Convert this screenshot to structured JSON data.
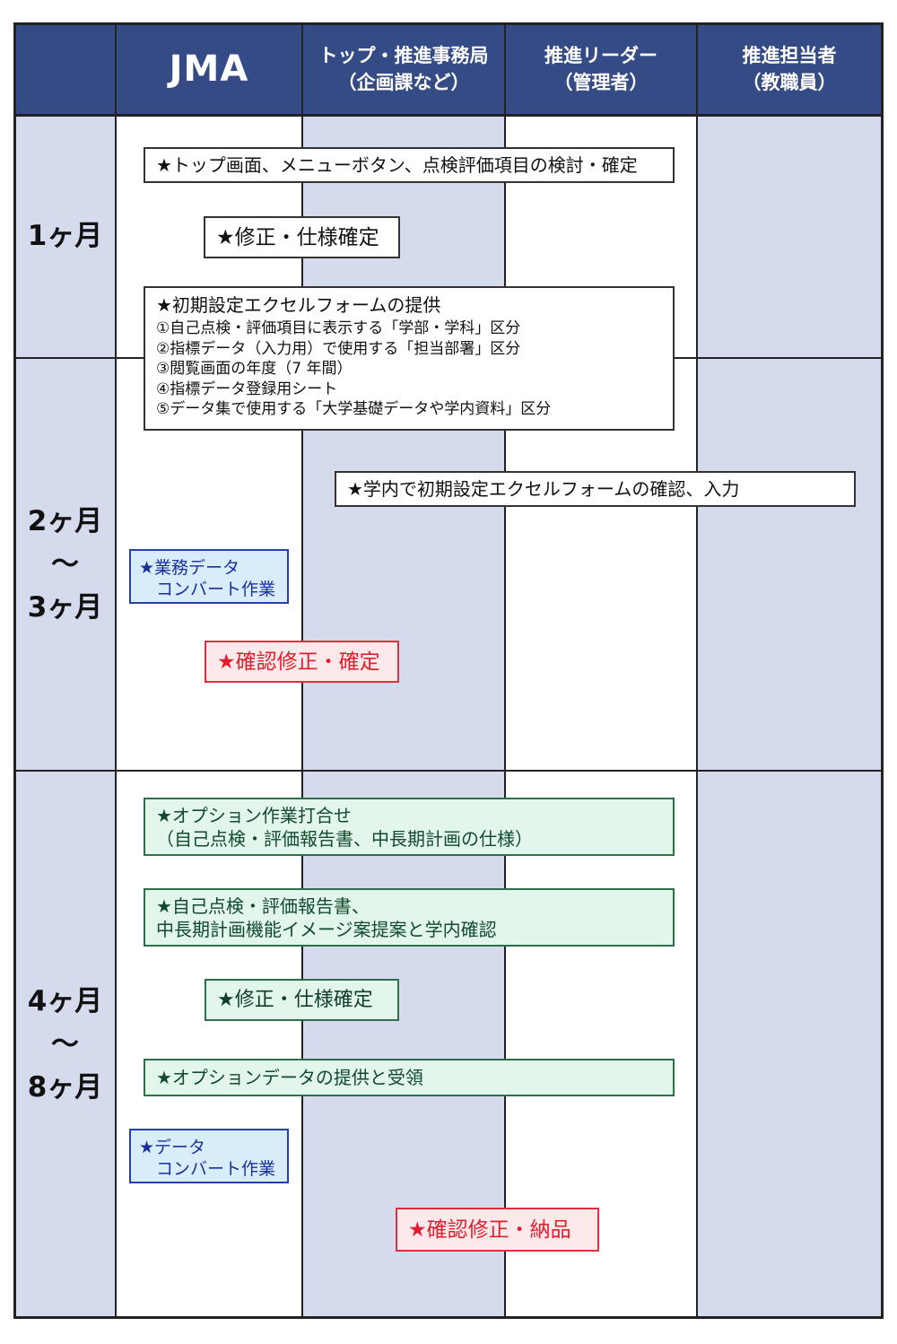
{
  "header": {
    "columns": [
      {
        "lines": [
          ""
        ]
      },
      {
        "lines": [
          "JMA"
        ]
      },
      {
        "lines": [
          "トップ・推進事務局",
          "（企画課など）"
        ]
      },
      {
        "lines": [
          "推進リーダー",
          "（管理者）"
        ]
      },
      {
        "lines": [
          "推進担当者",
          "（教職員）"
        ]
      }
    ]
  },
  "periods": [
    {
      "lines": [
        "1ヶ月"
      ]
    },
    {
      "lines": [
        "2ヶ月",
        "〜",
        "3ヶ月"
      ]
    },
    {
      "lines": [
        "4ヶ月",
        "〜",
        "8ヶ月"
      ]
    }
  ],
  "tasks": {
    "t1": {
      "lines": [
        "★トップ画面、メニューボタン、点検評価項目の検討・確定"
      ]
    },
    "t2": {
      "lines": [
        "★修正・仕様確定"
      ]
    },
    "t3": {
      "title": "★初期設定エクセルフォームの提供",
      "items": [
        "①自己点検・評価項目に表示する「学部・学科」区分",
        "②指標データ（入力用）で使用する「担当部署」区分",
        "③閲覧画面の年度（7 年間）",
        "④指標データ登録用シート",
        "⑤データ集で使用する「大学基礎データや学内資料」区分"
      ]
    },
    "t4": {
      "lines": [
        "★学内で初期設定エクセルフォームの確認、入力"
      ]
    },
    "t5": {
      "lines": [
        "★業務データ",
        "　コンバート作業"
      ]
    },
    "t6": {
      "lines": [
        "★確認修正・確定"
      ]
    },
    "t7": {
      "lines": [
        "★オプション作業打合せ",
        "（自己点検・評価報告書、中長期計画の仕様）"
      ]
    },
    "t8": {
      "lines": [
        "★自己点検・評価報告書、",
        "中長期計画機能イメージ案提案と学内確認"
      ]
    },
    "t9": {
      "lines": [
        "★修正・仕様確定"
      ]
    },
    "t10": {
      "lines": [
        "★オプションデータの提供と受領"
      ]
    },
    "t11": {
      "lines": [
        "★データ",
        "　コンバート作業"
      ]
    },
    "t12": {
      "lines": [
        "★確認修正・納品"
      ]
    }
  },
  "colors": {
    "header_bg": "#354b85",
    "lane_blue": "#d5daec",
    "green_bg": "#e2f6ec",
    "blue_text": "#1b2f9c",
    "red_text": "#e0202f"
  }
}
